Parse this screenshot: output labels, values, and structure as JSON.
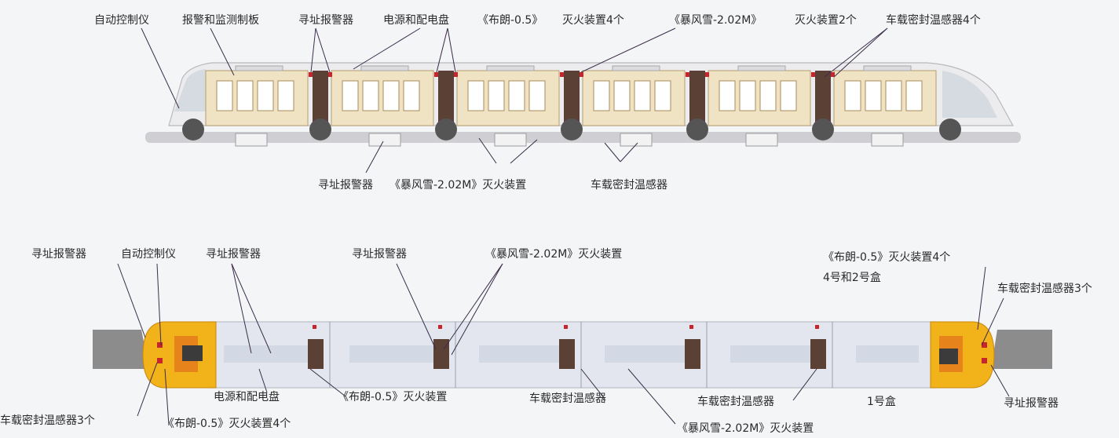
{
  "top": {
    "labels": {
      "auto_controller": "自动控制仪",
      "alarm_panel": "报警和监测制板",
      "addr_alarm": "寻址报警器",
      "power_panel": "电源和配电盘",
      "brown": "《布朗-0.5》",
      "ext4": "灭火装置4个",
      "storm": "《暴风雪-2.02M》",
      "ext2": "灭火装置2个",
      "sensor4": "车载密封温感器4个",
      "bottom_addr": "寻址报警器",
      "bottom_storm": "《暴风雪-2.02M》灭火装置",
      "bottom_sensor": "车载密封温感器"
    }
  },
  "plan": {
    "labels": {
      "addr_alarm_left": "寻址报警器",
      "auto_controller": "自动控制仪",
      "addr_alarm_2": "寻址报警器",
      "addr_alarm_mid": "寻址报警器",
      "storm_top": "《暴风雪-2.02M》灭火装置",
      "brown_right_line1": "《布朗-0.5》灭火装置4个",
      "brown_right_line2": "4号和2号盒",
      "sensor3_right": "车载密封温感器3个",
      "sensor3_left": "车载密封温感器3个",
      "brown_left": "《布朗-0.5》灭火装置4个",
      "power_panel": "电源和配电盘",
      "brown_bottom": "《布朗-0.5》灭火装置",
      "sensor_bottom_1": "车载密封温感器",
      "storm_bottom": "《暴风雪-2.02M》灭火装置",
      "sensor_bottom_2": "车载密封温感器",
      "box1": "1号盒",
      "addr_alarm_right": "寻址报警器"
    }
  },
  "colors": {
    "car_body": "#efe3c4",
    "roof": "#e9e9ea",
    "window": "#ffffff",
    "connector": "#5b4036",
    "bogie": "#555555",
    "cab_yellow": "#f1b21a",
    "cab_orange": "#e6841b",
    "track": "#8c8c8c",
    "plan_floor": "#e3e6ee",
    "leader": "#3a2d4a"
  }
}
